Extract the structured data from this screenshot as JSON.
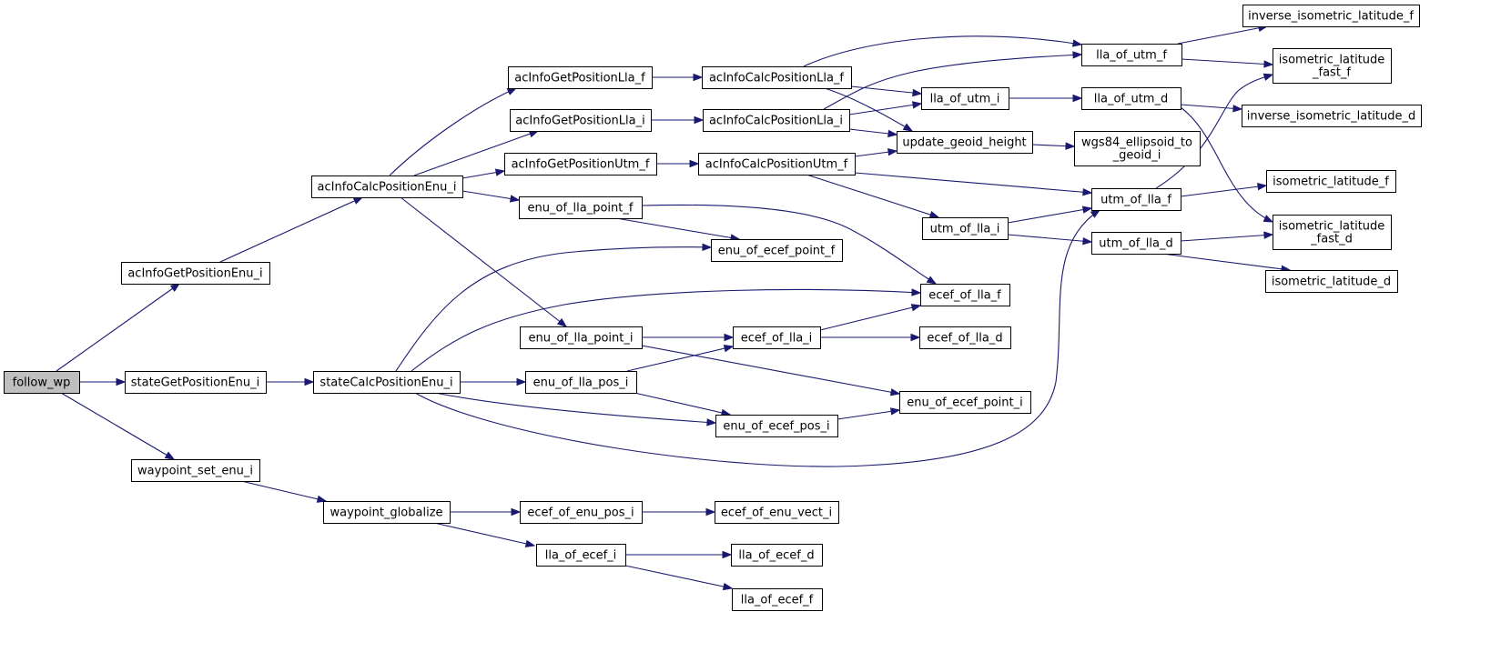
{
  "diagram": {
    "type": "call-graph",
    "colors": {
      "edge": "#191970",
      "node_border": "#000000",
      "root_fill": "#bfbfbf",
      "node_fill": "#ffffff"
    },
    "nodes": [
      {
        "id": "follow_wp",
        "lines": [
          "follow_wp"
        ],
        "root": true
      },
      {
        "id": "acInfoGetPositionEnu_i",
        "lines": [
          "acInfoGetPositionEnu_i"
        ]
      },
      {
        "id": "stateGetPositionEnu_i",
        "lines": [
          "stateGetPositionEnu_i"
        ]
      },
      {
        "id": "waypoint_set_enu_i",
        "lines": [
          "waypoint_set_enu_i"
        ]
      },
      {
        "id": "acInfoCalcPositionEnu_i",
        "lines": [
          "acInfoCalcPositionEnu_i"
        ]
      },
      {
        "id": "stateCalcPositionEnu_i",
        "lines": [
          "stateCalcPositionEnu_i"
        ]
      },
      {
        "id": "waypoint_globalize",
        "lines": [
          "waypoint_globalize"
        ]
      },
      {
        "id": "acInfoGetPositionLla_f",
        "lines": [
          "acInfoGetPositionLla_f"
        ]
      },
      {
        "id": "acInfoGetPositionLla_i",
        "lines": [
          "acInfoGetPositionLla_i"
        ]
      },
      {
        "id": "acInfoGetPositionUtm_f",
        "lines": [
          "acInfoGetPositionUtm_f"
        ]
      },
      {
        "id": "enu_of_lla_point_f",
        "lines": [
          "enu_of_lla_point_f"
        ]
      },
      {
        "id": "enu_of_lla_point_i",
        "lines": [
          "enu_of_lla_point_i"
        ]
      },
      {
        "id": "enu_of_lla_pos_i",
        "lines": [
          "enu_of_lla_pos_i"
        ]
      },
      {
        "id": "ecef_of_enu_pos_i",
        "lines": [
          "ecef_of_enu_pos_i"
        ]
      },
      {
        "id": "lla_of_ecef_i",
        "lines": [
          "lla_of_ecef_i"
        ]
      },
      {
        "id": "acInfoCalcPositionLla_f",
        "lines": [
          "acInfoCalcPositionLla_f"
        ]
      },
      {
        "id": "acInfoCalcPositionLla_i",
        "lines": [
          "acInfoCalcPositionLla_i"
        ]
      },
      {
        "id": "acInfoCalcPositionUtm_f",
        "lines": [
          "acInfoCalcPositionUtm_f"
        ]
      },
      {
        "id": "enu_of_ecef_point_f",
        "lines": [
          "enu_of_ecef_point_f"
        ]
      },
      {
        "id": "ecef_of_lla_i",
        "lines": [
          "ecef_of_lla_i"
        ]
      },
      {
        "id": "enu_of_ecef_pos_i",
        "lines": [
          "enu_of_ecef_pos_i"
        ]
      },
      {
        "id": "ecef_of_enu_vect_i",
        "lines": [
          "ecef_of_enu_vect_i"
        ]
      },
      {
        "id": "lla_of_ecef_d",
        "lines": [
          "lla_of_ecef_d"
        ]
      },
      {
        "id": "lla_of_ecef_f",
        "lines": [
          "lla_of_ecef_f"
        ]
      },
      {
        "id": "lla_of_utm_i",
        "lines": [
          "lla_of_utm_i"
        ]
      },
      {
        "id": "update_geoid_height",
        "lines": [
          "update_geoid_height"
        ]
      },
      {
        "id": "utm_of_lla_i",
        "lines": [
          "utm_of_lla_i"
        ]
      },
      {
        "id": "ecef_of_lla_f",
        "lines": [
          "ecef_of_lla_f"
        ]
      },
      {
        "id": "ecef_of_lla_d",
        "lines": [
          "ecef_of_lla_d"
        ]
      },
      {
        "id": "enu_of_ecef_point_i",
        "lines": [
          "enu_of_ecef_point_i"
        ]
      },
      {
        "id": "lla_of_utm_f",
        "lines": [
          "lla_of_utm_f"
        ]
      },
      {
        "id": "lla_of_utm_d",
        "lines": [
          "lla_of_utm_d"
        ]
      },
      {
        "id": "wgs84_ellipsoid_to_geoid_i",
        "lines": [
          "wgs84_ellipsoid_to",
          "_geoid_i"
        ]
      },
      {
        "id": "utm_of_lla_f",
        "lines": [
          "utm_of_lla_f"
        ]
      },
      {
        "id": "utm_of_lla_d",
        "lines": [
          "utm_of_lla_d"
        ]
      },
      {
        "id": "inverse_isometric_latitude_f",
        "lines": [
          "inverse_isometric_latitude_f"
        ]
      },
      {
        "id": "isometric_latitude_fast_f",
        "lines": [
          "isometric_latitude",
          "_fast_f"
        ]
      },
      {
        "id": "inverse_isometric_latitude_d",
        "lines": [
          "inverse_isometric_latitude_d"
        ]
      },
      {
        "id": "isometric_latitude_f",
        "lines": [
          "isometric_latitude_f"
        ]
      },
      {
        "id": "isometric_latitude_fast_d",
        "lines": [
          "isometric_latitude",
          "_fast_d"
        ]
      },
      {
        "id": "isometric_latitude_d",
        "lines": [
          "isometric_latitude_d"
        ]
      }
    ],
    "edges": [
      [
        "follow_wp",
        "acInfoGetPositionEnu_i"
      ],
      [
        "follow_wp",
        "stateGetPositionEnu_i"
      ],
      [
        "follow_wp",
        "waypoint_set_enu_i"
      ],
      [
        "acInfoGetPositionEnu_i",
        "acInfoCalcPositionEnu_i"
      ],
      [
        "acInfoCalcPositionEnu_i",
        "acInfoGetPositionLla_f"
      ],
      [
        "acInfoCalcPositionEnu_i",
        "acInfoGetPositionLla_i"
      ],
      [
        "acInfoCalcPositionEnu_i",
        "acInfoGetPositionUtm_f"
      ],
      [
        "acInfoCalcPositionEnu_i",
        "enu_of_lla_point_f"
      ],
      [
        "acInfoCalcPositionEnu_i",
        "enu_of_lla_point_i"
      ],
      [
        "acInfoGetPositionLla_f",
        "acInfoCalcPositionLla_f"
      ],
      [
        "acInfoGetPositionLla_i",
        "acInfoCalcPositionLla_i"
      ],
      [
        "acInfoGetPositionUtm_f",
        "acInfoCalcPositionUtm_f"
      ],
      [
        "acInfoCalcPositionLla_f",
        "lla_of_utm_f"
      ],
      [
        "acInfoCalcPositionLla_f",
        "lla_of_utm_i"
      ],
      [
        "acInfoCalcPositionLla_f",
        "update_geoid_height"
      ],
      [
        "acInfoCalcPositionLla_i",
        "lla_of_utm_f"
      ],
      [
        "acInfoCalcPositionLla_i",
        "lla_of_utm_i"
      ],
      [
        "acInfoCalcPositionLla_i",
        "update_geoid_height"
      ],
      [
        "acInfoCalcPositionUtm_f",
        "update_geoid_height"
      ],
      [
        "acInfoCalcPositionUtm_f",
        "utm_of_lla_f"
      ],
      [
        "acInfoCalcPositionUtm_f",
        "utm_of_lla_i"
      ],
      [
        "lla_of_utm_i",
        "lla_of_utm_d"
      ],
      [
        "update_geoid_height",
        "wgs84_ellipsoid_to_geoid_i"
      ],
      [
        "lla_of_utm_f",
        "inverse_isometric_latitude_f"
      ],
      [
        "lla_of_utm_f",
        "isometric_latitude_fast_f"
      ],
      [
        "lla_of_utm_d",
        "inverse_isometric_latitude_d"
      ],
      [
        "lla_of_utm_d",
        "isometric_latitude_fast_d"
      ],
      [
        "utm_of_lla_f",
        "isometric_latitude_f"
      ],
      [
        "utm_of_lla_f",
        "isometric_latitude_fast_f"
      ],
      [
        "utm_of_lla_i",
        "utm_of_lla_f"
      ],
      [
        "utm_of_lla_i",
        "utm_of_lla_d"
      ],
      [
        "utm_of_lla_d",
        "isometric_latitude_fast_d"
      ],
      [
        "utm_of_lla_d",
        "isometric_latitude_d"
      ],
      [
        "enu_of_lla_point_f",
        "enu_of_ecef_point_f"
      ],
      [
        "enu_of_lla_point_f",
        "ecef_of_lla_f"
      ],
      [
        "enu_of_lla_point_i",
        "ecef_of_lla_i"
      ],
      [
        "enu_of_lla_point_i",
        "enu_of_ecef_point_i"
      ],
      [
        "ecef_of_lla_i",
        "ecef_of_lla_f"
      ],
      [
        "ecef_of_lla_i",
        "ecef_of_lla_d"
      ],
      [
        "stateGetPositionEnu_i",
        "stateCalcPositionEnu_i"
      ],
      [
        "stateCalcPositionEnu_i",
        "enu_of_ecef_point_f"
      ],
      [
        "stateCalcPositionEnu_i",
        "ecef_of_lla_f"
      ],
      [
        "stateCalcPositionEnu_i",
        "enu_of_lla_pos_i"
      ],
      [
        "stateCalcPositionEnu_i",
        "enu_of_ecef_pos_i"
      ],
      [
        "stateCalcPositionEnu_i",
        "utm_of_lla_f"
      ],
      [
        "enu_of_lla_pos_i",
        "ecef_of_lla_i"
      ],
      [
        "enu_of_lla_pos_i",
        "enu_of_ecef_pos_i"
      ],
      [
        "enu_of_ecef_pos_i",
        "enu_of_ecef_point_i"
      ],
      [
        "waypoint_set_enu_i",
        "waypoint_globalize"
      ],
      [
        "waypoint_globalize",
        "ecef_of_enu_pos_i"
      ],
      [
        "waypoint_globalize",
        "lla_of_ecef_i"
      ],
      [
        "ecef_of_enu_pos_i",
        "ecef_of_enu_vect_i"
      ],
      [
        "lla_of_ecef_i",
        "lla_of_ecef_d"
      ],
      [
        "lla_of_ecef_i",
        "lla_of_ecef_f"
      ]
    ]
  }
}
